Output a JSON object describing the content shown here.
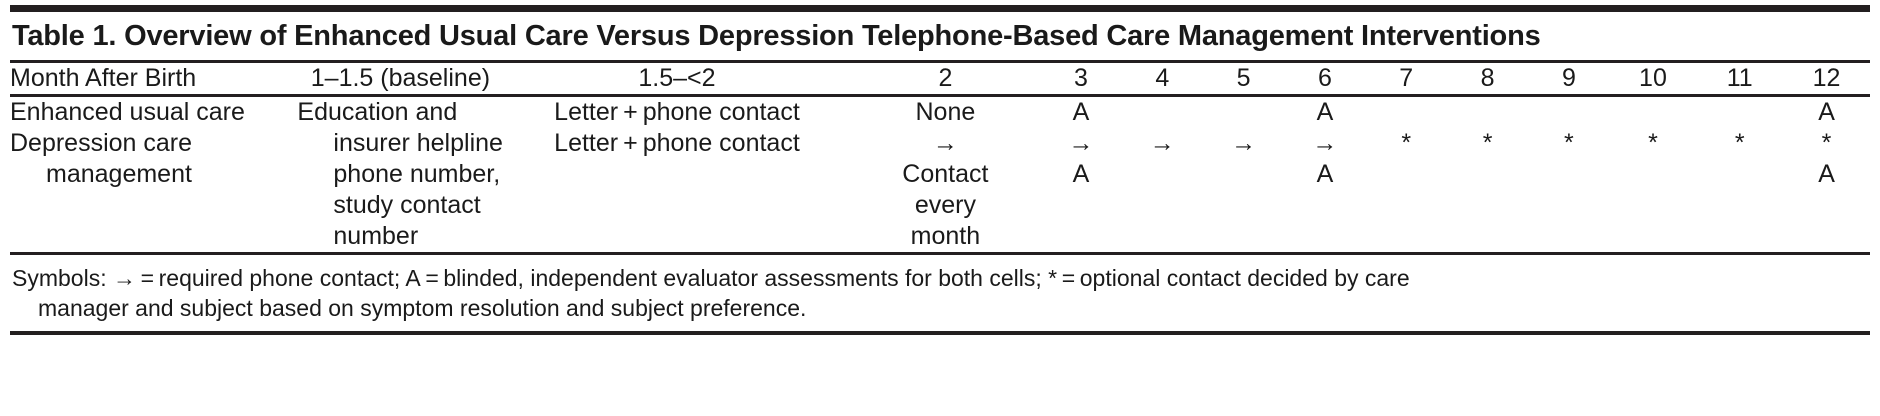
{
  "title": "Table 1. Overview of Enhanced Usual Care Versus Depression Telephone-Based Care Management Interventions",
  "header": {
    "row_label": "Month After Birth",
    "columns": [
      "1–1.5 (baseline)",
      "1.5–<2",
      "2",
      "3",
      "4",
      "5",
      "6",
      "7",
      "8",
      "9",
      "10",
      "11",
      "12"
    ]
  },
  "rows": [
    {
      "label": "Enhanced usual care",
      "baseline": "Education and",
      "pre2": "Letter + phone contact",
      "m2": "None",
      "m3": "A",
      "m4": "",
      "m5": "",
      "m6": "A",
      "m7": "",
      "m8": "",
      "m9": "",
      "m10": "",
      "m11": "",
      "m12": "A"
    },
    {
      "label": "Depression care",
      "baseline": "insurer helpline",
      "pre2": "Letter + phone contact",
      "m2": "→",
      "m3": "→",
      "m4": "→",
      "m5": "→",
      "m6": "→",
      "m7": "*",
      "m8": "*",
      "m9": "*",
      "m10": "*",
      "m11": "*",
      "m12": "*"
    },
    {
      "label": "management",
      "baseline": "phone number,",
      "pre2": "",
      "m2": "Contact",
      "m3": "A",
      "m4": "",
      "m5": "",
      "m6": "A",
      "m7": "",
      "m8": "",
      "m9": "",
      "m10": "",
      "m11": "",
      "m12": "A"
    },
    {
      "label": "",
      "baseline": "study contact",
      "pre2": "",
      "m2": "every",
      "m3": "",
      "m4": "",
      "m5": "",
      "m6": "",
      "m7": "",
      "m8": "",
      "m9": "",
      "m10": "",
      "m11": "",
      "m12": ""
    },
    {
      "label": "",
      "baseline": "number",
      "pre2": "",
      "m2": "month",
      "m3": "",
      "m4": "",
      "m5": "",
      "m6": "",
      "m7": "",
      "m8": "",
      "m9": "",
      "m10": "",
      "m11": "",
      "m12": ""
    }
  ],
  "footnote": {
    "line1": "Symbols: → = required phone contact; A = blinded, independent evaluator assessments for both cells; * = optional contact decided by care",
    "line2": "manager and subject based on symptom resolution and subject preference."
  },
  "colors": {
    "rule": "#231f20",
    "text": "#1a1a1a",
    "background": "#ffffff"
  }
}
